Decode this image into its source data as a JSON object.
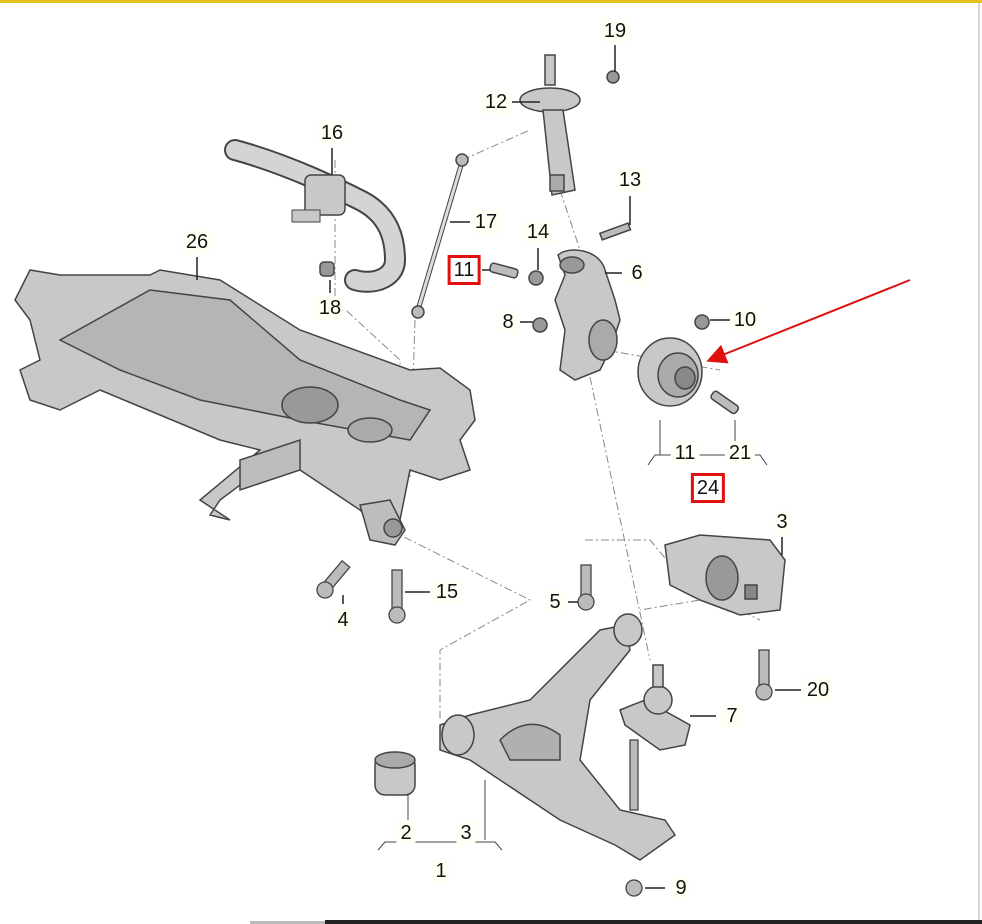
{
  "diagram": {
    "title": "Front axle / suspension exploded view",
    "labels": {
      "l19": "19",
      "l12": "12",
      "l16": "16",
      "l13": "13",
      "l17": "17",
      "l26": "26",
      "l14": "14",
      "l11a": "11",
      "l6": "6",
      "l18": "18",
      "l8": "8",
      "l10": "10",
      "l11b": "11",
      "l21": "21",
      "l24": "24",
      "l3a": "3",
      "l15": "15",
      "l5": "5",
      "l4": "4",
      "l20": "20",
      "l7": "7",
      "l2": "2",
      "l3b": "3",
      "l1": "1",
      "l9": "9"
    },
    "highlighted_labels": [
      "11",
      "24"
    ],
    "colors": {
      "highlight": "#e01010",
      "part_fill": "#c8c8c8",
      "part_stroke": "#444444",
      "top_border": "#e8c21e"
    }
  }
}
